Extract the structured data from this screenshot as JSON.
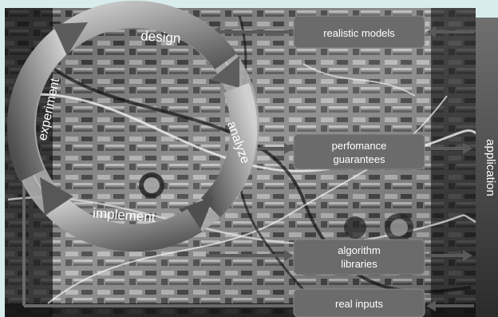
{
  "cycle": {
    "stages": [
      {
        "label": "design"
      },
      {
        "label": "analyze"
      },
      {
        "label": "implement"
      },
      {
        "label": "experiment"
      }
    ]
  },
  "boxes": [
    {
      "lines": [
        "realistic models"
      ]
    },
    {
      "lines": [
        "perfomance",
        "guarantees"
      ]
    },
    {
      "lines": [
        "algorithm",
        "libraries"
      ]
    },
    {
      "lines": [
        "real inputs"
      ]
    }
  ],
  "side_bar": {
    "label": "application"
  },
  "colors": {
    "frame": "#d9ecec",
    "box_fill": "#6b6b6b",
    "box_text": "#ffffff",
    "arrow_dark": "#4a4a4a",
    "arrow_light": "#cfcfcf",
    "bar_top": "#6a6a6a",
    "bar_bottom": "#2a2a2a"
  }
}
